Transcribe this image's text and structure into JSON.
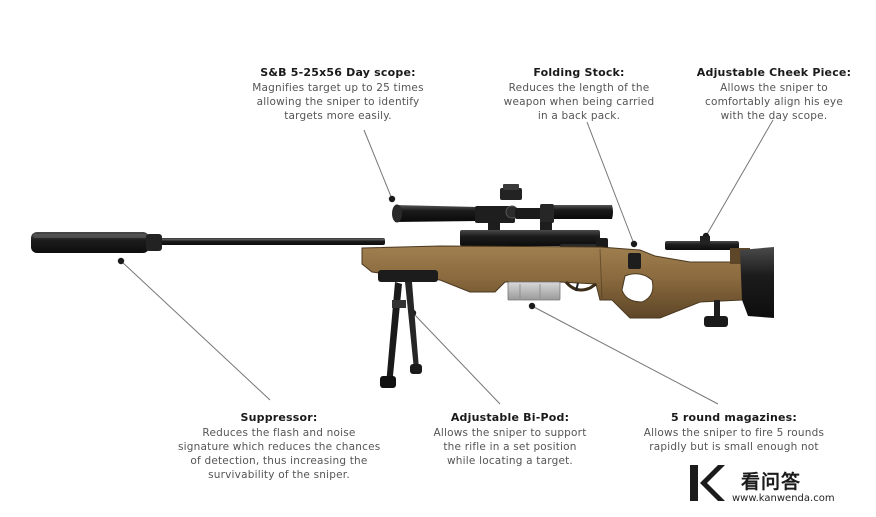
{
  "callouts": {
    "scope": {
      "title": "S&B 5-25x56 Day scope:",
      "lines": [
        "Magnifies target up to 25 times",
        "allowing the sniper to identify",
        "targets more easily."
      ]
    },
    "folding_stock": {
      "title": "Folding Stock:",
      "lines": [
        "Reduces the length of the",
        "weapon when being carried",
        "in a back pack."
      ]
    },
    "cheek_piece": {
      "title": "Adjustable Cheek Piece:",
      "lines": [
        "Allows the sniper to",
        "comfortably align his eye",
        "with the day scope."
      ]
    },
    "suppressor": {
      "title": "Suppressor:",
      "lines": [
        "Reduces the flash and noise",
        "signature which reduces the chances",
        "of detection, thus increasing the",
        "survivability of the sniper."
      ]
    },
    "bipod": {
      "title": "Adjustable Bi-Pod:",
      "lines": [
        "Allows the sniper to support",
        "the rifle in a set position",
        "while locating a target."
      ]
    },
    "magazines": {
      "title": "5 round magazines:",
      "lines": [
        "Allows the sniper to fire 5 rounds",
        "rapidly but is small enough not"
      ]
    }
  },
  "watermark": {
    "logo_letter": "K",
    "name": "看问答",
    "url": "www.kanwenda.com"
  },
  "colors": {
    "stock_tan": "#8a6a3e",
    "stock_dark": "#5e4628",
    "metal_black": "#1c1c1c",
    "leader_line": "#777777",
    "title_text": "#1a1a1a",
    "body_text": "#555555"
  }
}
